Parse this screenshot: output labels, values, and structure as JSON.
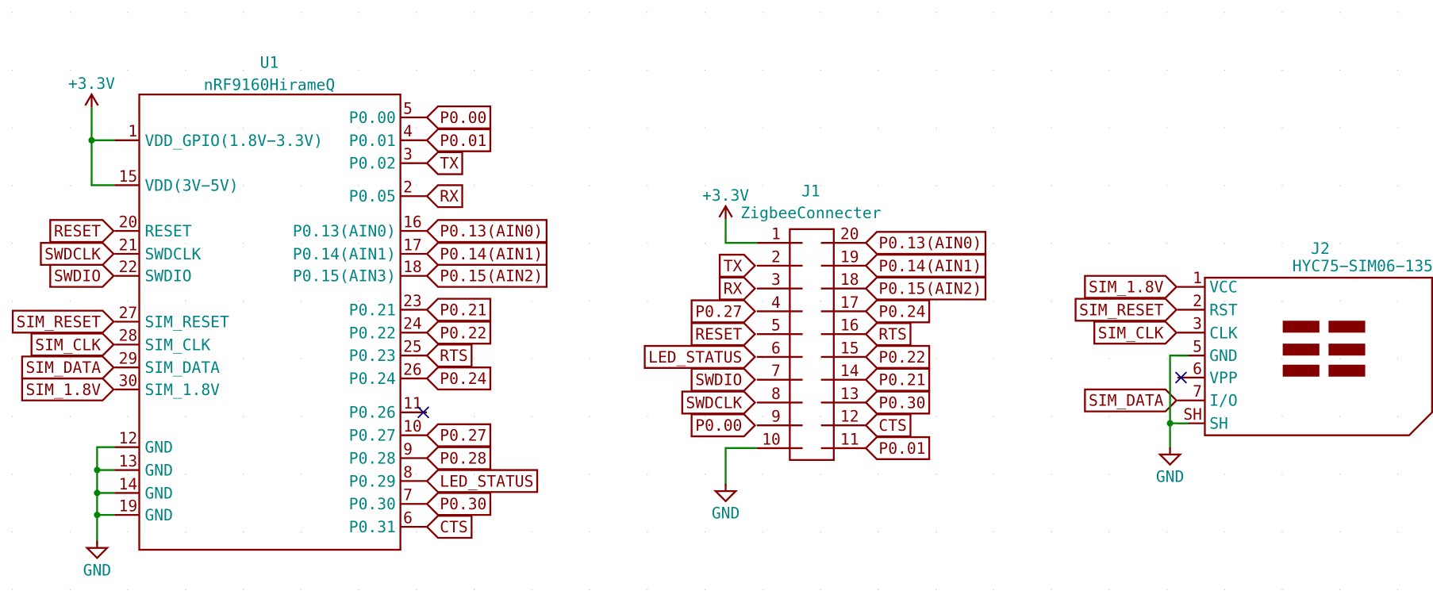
{
  "colors": {
    "symbol": "#840000",
    "text": "#008484",
    "wire": "#008400",
    "no_connect": "#000084",
    "body_fill": "#ffffc2"
  },
  "u1": {
    "ref": "U1",
    "value": "nRF9160HirameQ",
    "power_label": "+3.3V",
    "gnd_label": "GND",
    "left_pins": [
      {
        "num": "1",
        "name": "VDD_GPIO(1.8V−3.3V)",
        "net": null
      },
      {
        "num": "15",
        "name": "VDD(3V−5V)",
        "net": null
      },
      {
        "num": "20",
        "name": "RESET",
        "net": "RESET"
      },
      {
        "num": "21",
        "name": "SWDCLK",
        "net": "SWDCLK"
      },
      {
        "num": "22",
        "name": "SWDIO",
        "net": "SWDIO"
      },
      {
        "num": "27",
        "name": "SIM_RESET",
        "net": "SIM_RESET"
      },
      {
        "num": "28",
        "name": "SIM_CLK",
        "net": "SIM_CLK"
      },
      {
        "num": "29",
        "name": "SIM_DATA",
        "net": "SIM_DATA"
      },
      {
        "num": "30",
        "name": "SIM_1.8V",
        "net": "SIM_1.8V"
      },
      {
        "num": "12",
        "name": "GND",
        "net": null
      },
      {
        "num": "13",
        "name": "GND",
        "net": null
      },
      {
        "num": "14",
        "name": "GND",
        "net": null
      },
      {
        "num": "19",
        "name": "GND",
        "net": null
      }
    ],
    "right_pins": [
      {
        "num": "5",
        "name": "P0.00",
        "net": "P0.00"
      },
      {
        "num": "4",
        "name": "P0.01",
        "net": "P0.01"
      },
      {
        "num": "3",
        "name": "P0.02",
        "net": "TX"
      },
      {
        "num": "2",
        "name": "P0.05",
        "net": "RX"
      },
      {
        "num": "16",
        "name": "P0.13(AIN0)",
        "net": "P0.13(AIN0)"
      },
      {
        "num": "17",
        "name": "P0.14(AIN1)",
        "net": "P0.14(AIN1)"
      },
      {
        "num": "18",
        "name": "P0.15(AIN3)",
        "net": "P0.15(AIN2)"
      },
      {
        "num": "23",
        "name": "P0.21",
        "net": "P0.21"
      },
      {
        "num": "24",
        "name": "P0.22",
        "net": "P0.22"
      },
      {
        "num": "25",
        "name": "P0.23",
        "net": "RTS"
      },
      {
        "num": "26",
        "name": "P0.24",
        "net": "P0.24"
      },
      {
        "num": "11",
        "name": "P0.26",
        "net": null
      },
      {
        "num": "10",
        "name": "P0.27",
        "net": "P0.27"
      },
      {
        "num": "9",
        "name": "P0.28",
        "net": "P0.28"
      },
      {
        "num": "8",
        "name": "P0.29",
        "net": "LED_STATUS"
      },
      {
        "num": "7",
        "name": "P0.30",
        "net": "P0.30"
      },
      {
        "num": "6",
        "name": "P0.31",
        "net": "CTS"
      }
    ]
  },
  "j1": {
    "ref": "J1",
    "value": "ZigbeeConnecter",
    "power_label": "+3.3V",
    "gnd_label": "GND",
    "left_pins": [
      {
        "num": "1",
        "net": null
      },
      {
        "num": "2",
        "net": "TX"
      },
      {
        "num": "3",
        "net": "RX"
      },
      {
        "num": "4",
        "net": "P0.27"
      },
      {
        "num": "5",
        "net": "RESET"
      },
      {
        "num": "6",
        "net": "LED_STATUS"
      },
      {
        "num": "7",
        "net": "SWDIO"
      },
      {
        "num": "8",
        "net": "SWDCLK"
      },
      {
        "num": "9",
        "net": "P0.00"
      },
      {
        "num": "10",
        "net": null
      }
    ],
    "right_pins": [
      {
        "num": "20",
        "net": "P0.13(AIN0)"
      },
      {
        "num": "19",
        "net": "P0.14(AIN1)"
      },
      {
        "num": "18",
        "net": "P0.15(AIN2)"
      },
      {
        "num": "17",
        "net": "P0.24"
      },
      {
        "num": "16",
        "net": "RTS"
      },
      {
        "num": "15",
        "net": "P0.22"
      },
      {
        "num": "14",
        "net": "P0.21"
      },
      {
        "num": "13",
        "net": "P0.30"
      },
      {
        "num": "12",
        "net": "CTS"
      },
      {
        "num": "11",
        "net": "P0.01"
      }
    ]
  },
  "j2": {
    "ref": "J2",
    "value": "HYC75−SIM06−135",
    "gnd_label": "GND",
    "pins": [
      {
        "num": "1",
        "name": "VCC",
        "net": "SIM_1.8V"
      },
      {
        "num": "2",
        "name": "RST",
        "net": "SIM_RESET"
      },
      {
        "num": "3",
        "name": "CLK",
        "net": "SIM_CLK"
      },
      {
        "num": "5",
        "name": "GND",
        "net": null
      },
      {
        "num": "6",
        "name": "VPP",
        "net": null
      },
      {
        "num": "7",
        "name": "I/O",
        "net": "SIM_DATA"
      },
      {
        "num": "SH",
        "name": "SH",
        "net": null
      }
    ]
  }
}
